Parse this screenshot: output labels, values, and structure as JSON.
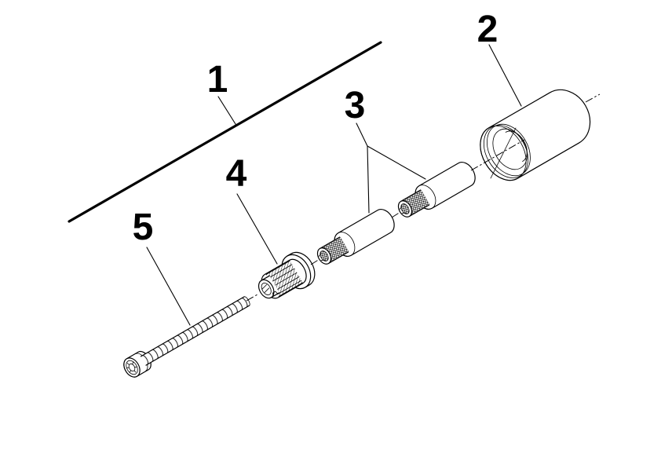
{
  "diagram": {
    "background": "#ffffff",
    "ink": "#000000",
    "callouts": [
      {
        "label": "1"
      },
      {
        "label": "2"
      },
      {
        "label": "3"
      },
      {
        "label": "4"
      },
      {
        "label": "5"
      }
    ]
  }
}
